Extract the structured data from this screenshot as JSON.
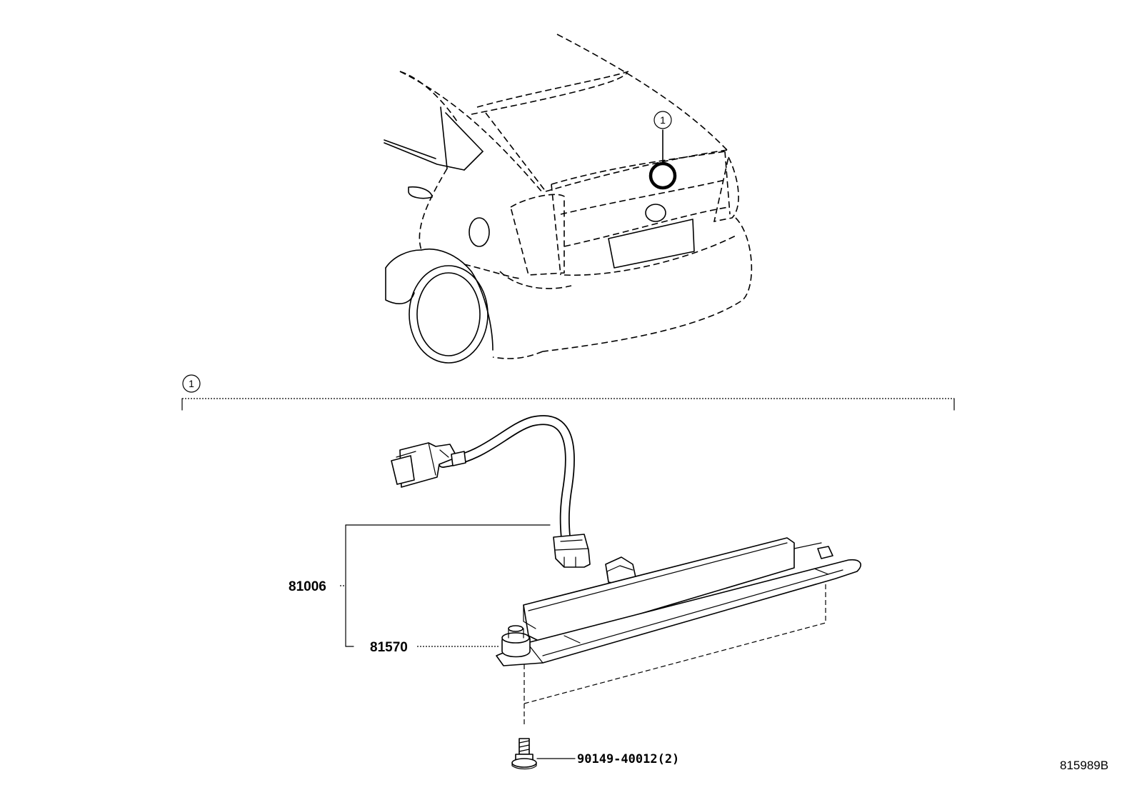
{
  "callouts": {
    "locator_number": "1",
    "section_number": "1"
  },
  "parts": {
    "assembly": "81006",
    "lamp": "81570",
    "screw": "90149-40012(2)"
  },
  "reference_code": "815989B"
}
